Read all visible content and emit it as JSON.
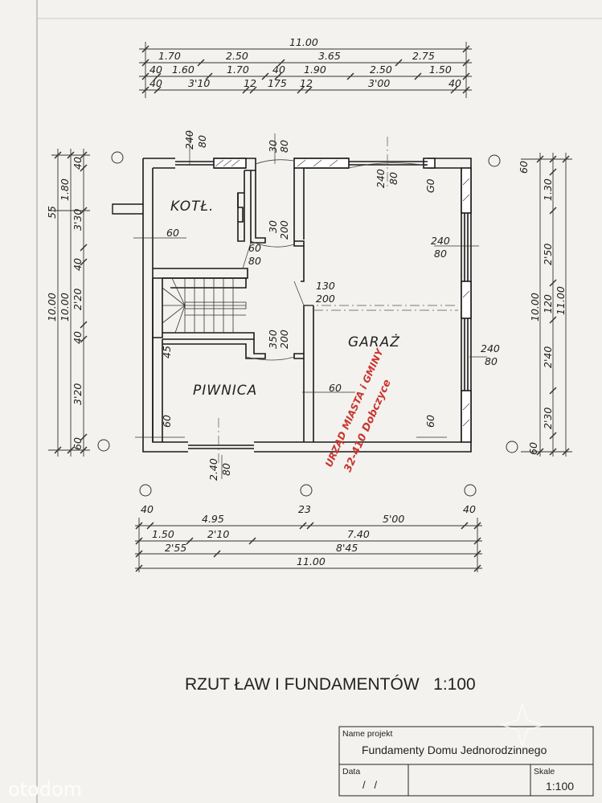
{
  "top_dims": {
    "total": "11.00",
    "row1": [
      "1.70",
      "2.50",
      "3.65",
      "2.75"
    ],
    "row2": [
      "40",
      "1.60",
      "1.70",
      "40",
      "1.90",
      "2.50",
      "1.50"
    ],
    "row3": [
      "40",
      "3'10",
      "12",
      "175",
      "12",
      "3'00",
      "40"
    ]
  },
  "bottom_dims": {
    "row1": [
      "40",
      "4.95",
      "23",
      "5'00",
      "40"
    ],
    "row2": [
      "1.50",
      "2'10",
      "7.40"
    ],
    "row3": [
      "2'55",
      "8'45"
    ],
    "total": "11.00"
  },
  "left_dims": {
    "outer": [
      "10.00",
      "10.00"
    ],
    "chain_a": [
      "55",
      "3'30"
    ],
    "chain_b": [
      "40",
      "1.80",
      "3'30",
      "40",
      "2'20",
      "40",
      "3'20",
      "60"
    ]
  },
  "right_dims": {
    "outer": [
      "10.00",
      "11.00"
    ],
    "chain_a": [
      "60",
      "1.30",
      "2'50",
      "120",
      "2'40",
      "2'30",
      "60"
    ]
  },
  "openings": {
    "kotl_window": [
      "240",
      "80"
    ],
    "top_door": [
      "30",
      "80"
    ],
    "garage_top_window": [
      "240",
      "80"
    ],
    "go": "G0",
    "kotl_wall": "60",
    "kotl_door": [
      "60",
      "80"
    ],
    "hall_door": [
      "30",
      "200"
    ],
    "garage_right_window": [
      "240",
      "80"
    ],
    "hall_opening": [
      "130",
      "200"
    ],
    "garage_right_window2": [
      "240",
      "80"
    ],
    "stair_door": [
      "350",
      "200"
    ],
    "piwnica_45": "45",
    "piwnica_60": "60",
    "piwnica_wall": "60",
    "garage_wall_bottom": "60",
    "bottom_window": [
      "2.40",
      "80"
    ]
  },
  "rooms": {
    "kotl": "KOTŁ.",
    "garaz": "GARAŻ",
    "piwnica": "PIWNICA"
  },
  "stamp": {
    "line1": "URZĄD MIASTA i GMINY",
    "line2": "32-410 Dobczyce"
  },
  "drawing_title": "RZUT ŁAW I FUNDAMENTÓW   1:100",
  "title_block": {
    "name_label": "Name projekt",
    "name_value": "Fundamenty Domu Jednorodzinnego",
    "date_label": "Data",
    "date_value": "/   /",
    "scale_label": "Skale",
    "scale_value": "1:100"
  },
  "watermark": "otodom"
}
